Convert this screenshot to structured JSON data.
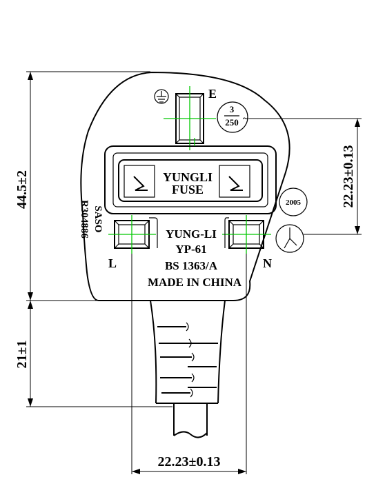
{
  "dimensions": {
    "overall_height": "44.5±2",
    "cable_length": "21±1",
    "pin_spacing": "22.23±0.13",
    "earth_to_centerline": "22.23±0.13"
  },
  "labels": {
    "earth_pin": "E",
    "live_pin": "L",
    "neutral_pin": "N",
    "fuse_line1": "YUNGLI",
    "fuse_line2": "FUSE",
    "brand": "YUNG-LI",
    "model": "YP-61",
    "standard": "BS 1363/A",
    "origin": "MADE IN CHINA",
    "cert_line1": "SASO",
    "cert_line2": "R304886",
    "fuse_rating_top": "3",
    "fuse_rating_bottom": "250",
    "ac_symbol": "~",
    "year": "2005"
  },
  "icons": [
    "earth-symbol-icon",
    "date-clock-icon"
  ]
}
